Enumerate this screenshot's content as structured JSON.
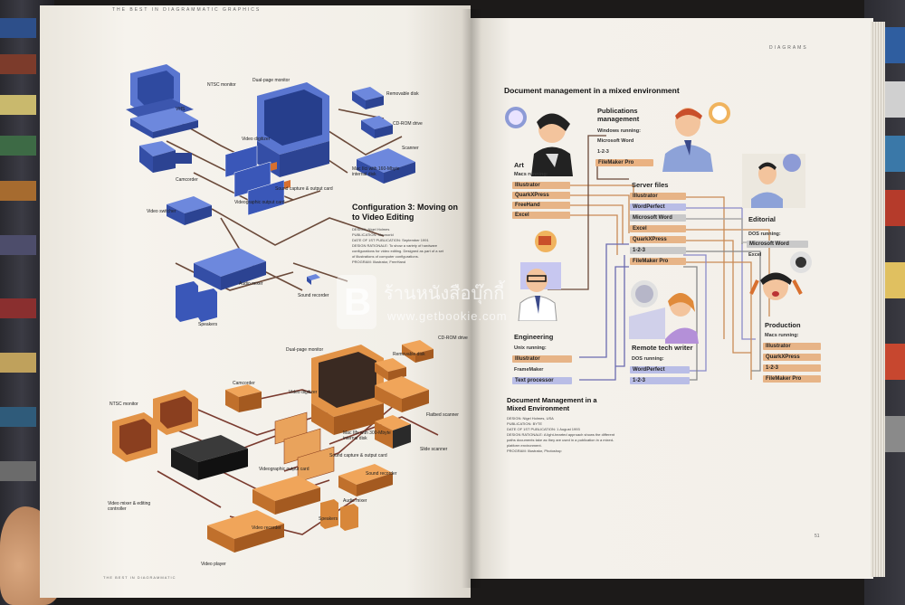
{
  "left_page": {
    "running_head": "THE BEST IN DIAGRAMMATIC GRAPHICS",
    "footer": "THE BEST IN DIAGRAMMATIC",
    "diagram1": {
      "labels": {
        "ntsc": "NTSC monitor",
        "vhs": "VHS",
        "dual": "Dual-page monitor",
        "removable": "Removable disk",
        "cdrom": "CD-ROM drive",
        "scanner": "Scanner",
        "video_digitizer": "Video digitizer",
        "camcorder": "Camcorder",
        "mac": "Mac IIci with 160-Mbyte internal disk",
        "video_switcher": "Video switcher",
        "videographic": "Videographic output card",
        "sound_capture": "Sound capture & output card",
        "audio_mixer": "Audio mixer",
        "sound_recorder": "Sound recorder",
        "speakers": "Speakers"
      }
    },
    "caption": {
      "title_line1": "Configuration 3: Moving on",
      "title_line2": "to Video Editing",
      "design": "DESIGN: Nigel Holmes",
      "publication": "PUBLICATION: Macworld",
      "date": "DATE OF 1ST PUBLICATION: September 1991",
      "rationale": "DESIGN RATIONALE: To show a variety of hardware configurations for video editing. Designed as part of a set of illustrations of computer configurations.",
      "credit": "PROGRAM: Illustrator, FreeHand"
    },
    "diagram2": {
      "labels": {
        "ntsc": "NTSC monitor",
        "dual": "Dual-page monitor",
        "camcorder": "Camcorder",
        "removable": "Removable disk",
        "cdrom": "CD-ROM drive",
        "video_digitizer": "Video digitizer",
        "mac": "Mac IIfx with 300-Mbyte internal disk",
        "sound_capture": "Sound capture & output card",
        "videographic": "Videographic output card",
        "scanner": "Flatbed scanner",
        "slide": "Slide scanner",
        "video_mixer": "Video mixer & editing controller",
        "sound_recorder": "Sound recorder",
        "audio_mixer": "Audio mixer",
        "speakers": "Speakers",
        "video_recorder": "Video recorder",
        "video_player": "Video player"
      }
    }
  },
  "right_page": {
    "running_head": "DIAGRAMS",
    "page_number": "51",
    "diagram_title": "Document management in a mixed environment",
    "art": {
      "head": "Art",
      "sub": "Macs running:",
      "items": [
        "Illustrator",
        "QuarkXPress",
        "FreeHand",
        "Excel"
      ]
    },
    "publications": {
      "head_line1": "Publications",
      "head_line2": "management",
      "sub": "Windows running:",
      "items": [
        "Microsoft Word",
        "1-2-3",
        "FileMaker Pro"
      ]
    },
    "server": {
      "head": "Server files",
      "items": [
        "Illustrator",
        "WordPerfect",
        "Microsoft Word",
        "Excel",
        "QuarkXPress",
        "1-2-3",
        "FileMaker Pro"
      ]
    },
    "editorial": {
      "head": "Editorial",
      "sub": "DOS running:",
      "items": [
        "Microsoft Word",
        "Excel"
      ]
    },
    "engineering": {
      "head": "Engineering",
      "sub": "Unix running:",
      "items": [
        "Illustrator",
        "FrameMaker",
        "Text processor"
      ]
    },
    "remote": {
      "head": "Remote tech writer",
      "sub": "DOS running:",
      "items": [
        "WordPerfect",
        "1-2-3"
      ]
    },
    "production": {
      "head": "Production",
      "sub": "Macs running:",
      "items": [
        "Illustrator",
        "QuarkXPress",
        "1-2-3",
        "FileMaker Pro"
      ]
    },
    "caption": {
      "title_line1": "Document Management in a",
      "title_line2": "Mixed Environment",
      "design": "DESIGN: Nigel Holmes, USA",
      "publication": "PUBLICATION: BYTE",
      "date": "DATE OF 1ST PUBLICATION: 1 August 1993",
      "rationale": "DESIGN RATIONALE: A light-hearted approach shows the different paths documents take as they are used in a publication in a mixed-platform environment.",
      "credit": "PROGRAM: Illustrator, Photoshop"
    }
  },
  "watermark": {
    "thai": "ร้านหนังสือบุ๊กกี้",
    "url": "www.getbookie.com"
  },
  "colors": {
    "page": "#f3f0ea",
    "iso_blue": "#4a64c0",
    "iso_orange": "#d9873d",
    "pill_orange": "#e7b487",
    "pill_blue": "#b9bde6",
    "pill_gray": "#c9c9c9",
    "line_brown": "#6b4a3a"
  }
}
